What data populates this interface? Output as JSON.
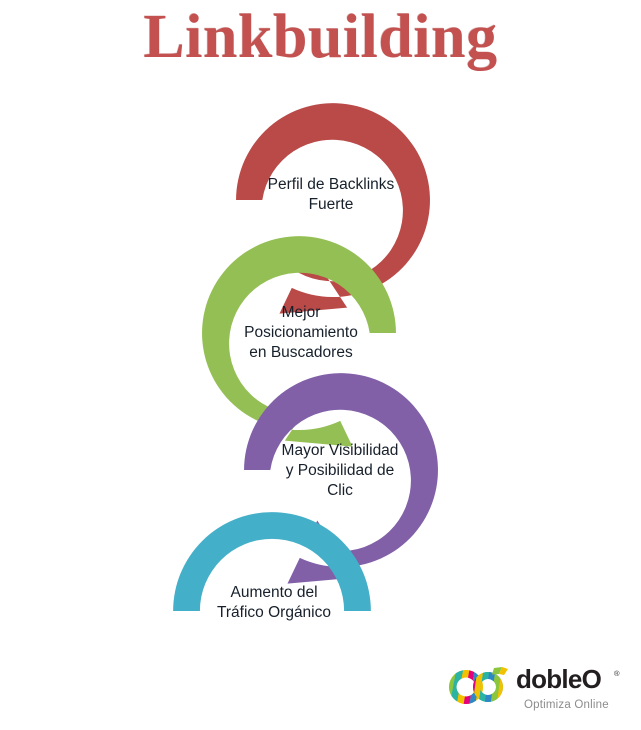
{
  "page": {
    "title": "Linkbuilding",
    "background_color": "#ffffff",
    "title_color": "#c2514f"
  },
  "cycle": {
    "steps": [
      {
        "index": 1,
        "label": "Perfil de Backlinks\nFuerte",
        "color": "#b94a48",
        "shape": "circular-arrow",
        "arrow": true
      },
      {
        "index": 2,
        "label": "Mejor\nPosicionamiento\nen Buscadores",
        "color": "#94bf54",
        "shape": "circular-arrow",
        "arrow": true
      },
      {
        "index": 3,
        "label": "Mayor Visibilidad\ny Posibilidad de\nClic",
        "color": "#8160a8",
        "shape": "circular-arrow",
        "arrow": true
      },
      {
        "index": 4,
        "label": "Aumento del\nTráfico Orgánico",
        "color": "#44afc8",
        "shape": "circular-ring",
        "arrow": false
      }
    ],
    "label_color": "#17202b"
  },
  "logo": {
    "name": "dobleO",
    "wordmark": "dobleO",
    "registered_mark": "®",
    "tagline": "Optimiza Online",
    "wordmark_color": "#231f20",
    "tagline_color": "#8c8c8c",
    "mark_colors": [
      "#f2c200",
      "#2bb3a3",
      "#2f87c8",
      "#e5007d",
      "#8cc63f",
      "#f7941e"
    ]
  }
}
